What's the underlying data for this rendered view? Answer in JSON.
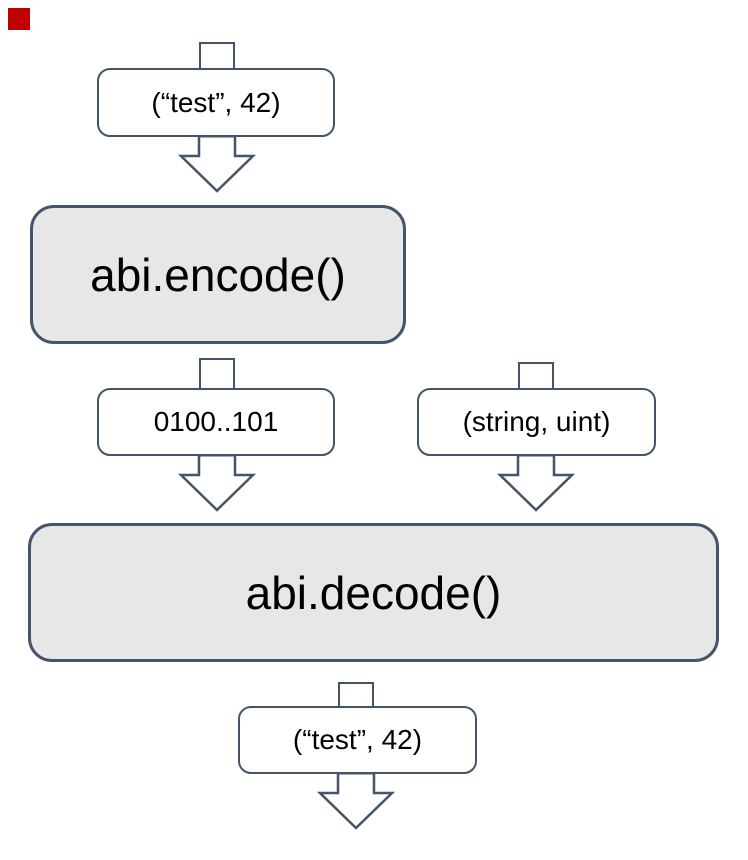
{
  "colors": {
    "stroke": "#44546A",
    "box_fill": "#E8E7E7",
    "label_fill": "#FFFFFF",
    "text": "#000000",
    "marker_red": "#C00000",
    "background": "#FFFFFF"
  },
  "diagram": {
    "input_label": "(“test”, 42)",
    "encode_label": "abi.encode()",
    "encoded_bytes_label": "0100..101",
    "types_label": "(string, uint)",
    "decode_label": "abi.decode()",
    "output_label": "(“test”, 42)"
  }
}
